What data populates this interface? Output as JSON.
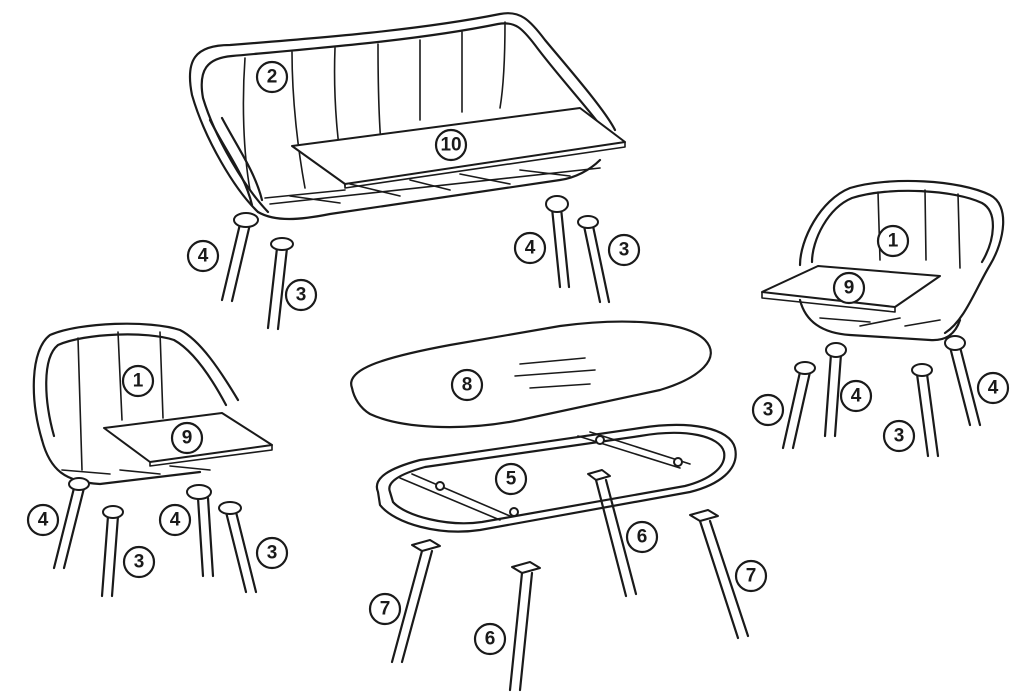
{
  "callouts": {
    "sofa_frame": "2",
    "sofa_cushion": "10",
    "chair_frame_right": "1",
    "chair_cushion_right": "9",
    "chair_frame_left": "1",
    "chair_cushion_left": "9",
    "table_glass": "8",
    "table_frame": "5",
    "sofa_leg_left_front": "4",
    "sofa_leg_left_back": "3",
    "sofa_leg_right_front": "4",
    "sofa_leg_right_back": "3",
    "rchair_leg_a": "3",
    "rchair_leg_b": "4",
    "rchair_leg_c": "3",
    "rchair_leg_d": "4",
    "lchair_leg_a": "4",
    "lchair_leg_b": "3",
    "lchair_leg_c": "4",
    "lchair_leg_d": "3",
    "table_leg_back_right": "6",
    "table_leg_front_left": "7",
    "table_leg_front_mid": "6",
    "table_leg_right": "7"
  }
}
